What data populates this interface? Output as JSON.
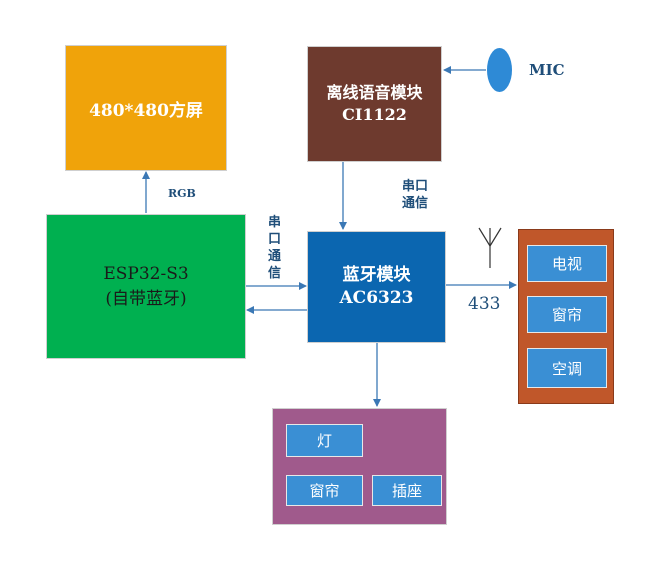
{
  "screen": {
    "title": "480*480方屏",
    "color": "#f0a30a"
  },
  "voice_module": {
    "name": "离线语音模块",
    "chip": "CI1122",
    "color": "#6e3a2e"
  },
  "mic": {
    "label": "MIC",
    "color": "#2e8ad6"
  },
  "esp32": {
    "name": "ESP32-S3",
    "note": "(自带蓝牙)",
    "color": "#00b050"
  },
  "bt_module": {
    "name": "蓝牙模块",
    "chip": "AC6323",
    "color": "#0b66b0"
  },
  "links": {
    "rgb": "RGB",
    "serial_top": [
      "串口",
      "通信"
    ],
    "serial_left": [
      "串",
      "口",
      "通",
      "信"
    ],
    "rf_433": "433"
  },
  "rf_devices": {
    "color": "#c0572a",
    "items": [
      "电视",
      "窗帘",
      "空调"
    ]
  },
  "bt_devices": {
    "color": "#a05a8c",
    "items": [
      "灯",
      "窗帘",
      "插座"
    ]
  },
  "colors": {
    "arrow": "#3b78b5",
    "device_button": "#3a8fd4"
  }
}
